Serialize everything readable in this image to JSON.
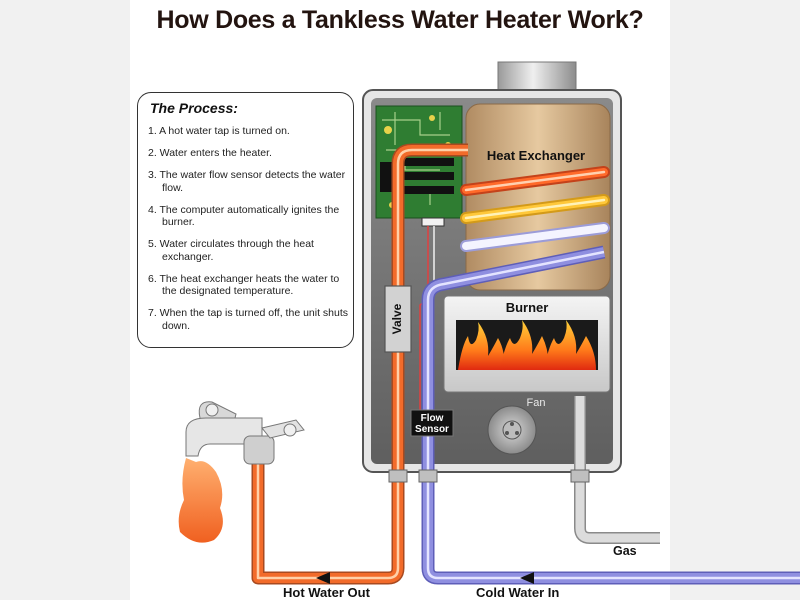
{
  "title": "How Does a Tankless Water Heater Work?",
  "process": {
    "heading": "The Process:",
    "steps": [
      "1. A hot water tap is turned on.",
      "2. Water enters the heater.",
      "3. The water flow sensor detects the water flow.",
      "4. The computer automatically ignites the burner.",
      "5. Water circulates through the heat exchanger.",
      "6. The heat exchanger heats the water to the designated temperature.",
      "7. When the tap is turned off, the unit shuts down."
    ]
  },
  "labels": {
    "heat_exchanger": "Heat Exchanger",
    "burner": "Burner",
    "valve": "Valve",
    "fan": "Fan",
    "flow_sensor_line1": "Flow",
    "flow_sensor_line2": "Sensor",
    "gas": "Gas",
    "hot_water_out": "Hot Water Out",
    "cold_water_in": "Cold Water In"
  },
  "colors": {
    "hot_pipe": "#f26b2a",
    "cold_pipe": "#8f8fe0",
    "gas_pipe": "#d8d8d8",
    "circuit_board": "#2f7d32",
    "unit_interior": "#7a7a7a",
    "heat_exchanger": "#c9a77c"
  }
}
